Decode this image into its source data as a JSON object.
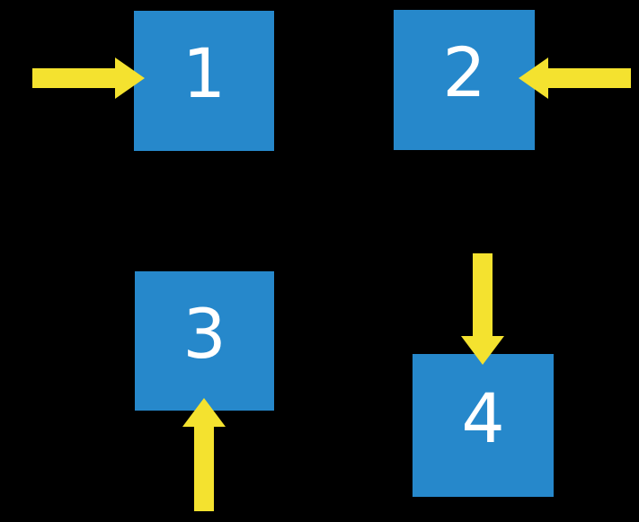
{
  "colors": {
    "background": "#000000",
    "square_fill": "#2688CB",
    "arrow_fill": "#F4E22F",
    "label_text": "#FFFFFF"
  },
  "squares": [
    {
      "label": "1",
      "arrow_icon": "right-arrow-icon",
      "arrow_direction": "pointing-right-at-square"
    },
    {
      "label": "2",
      "arrow_icon": "left-arrow-icon",
      "arrow_direction": "pointing-left-at-square"
    },
    {
      "label": "3",
      "arrow_icon": "up-arrow-icon",
      "arrow_direction": "pointing-up-at-square"
    },
    {
      "label": "4",
      "arrow_icon": "down-arrow-icon",
      "arrow_direction": "pointing-down-at-square"
    }
  ]
}
